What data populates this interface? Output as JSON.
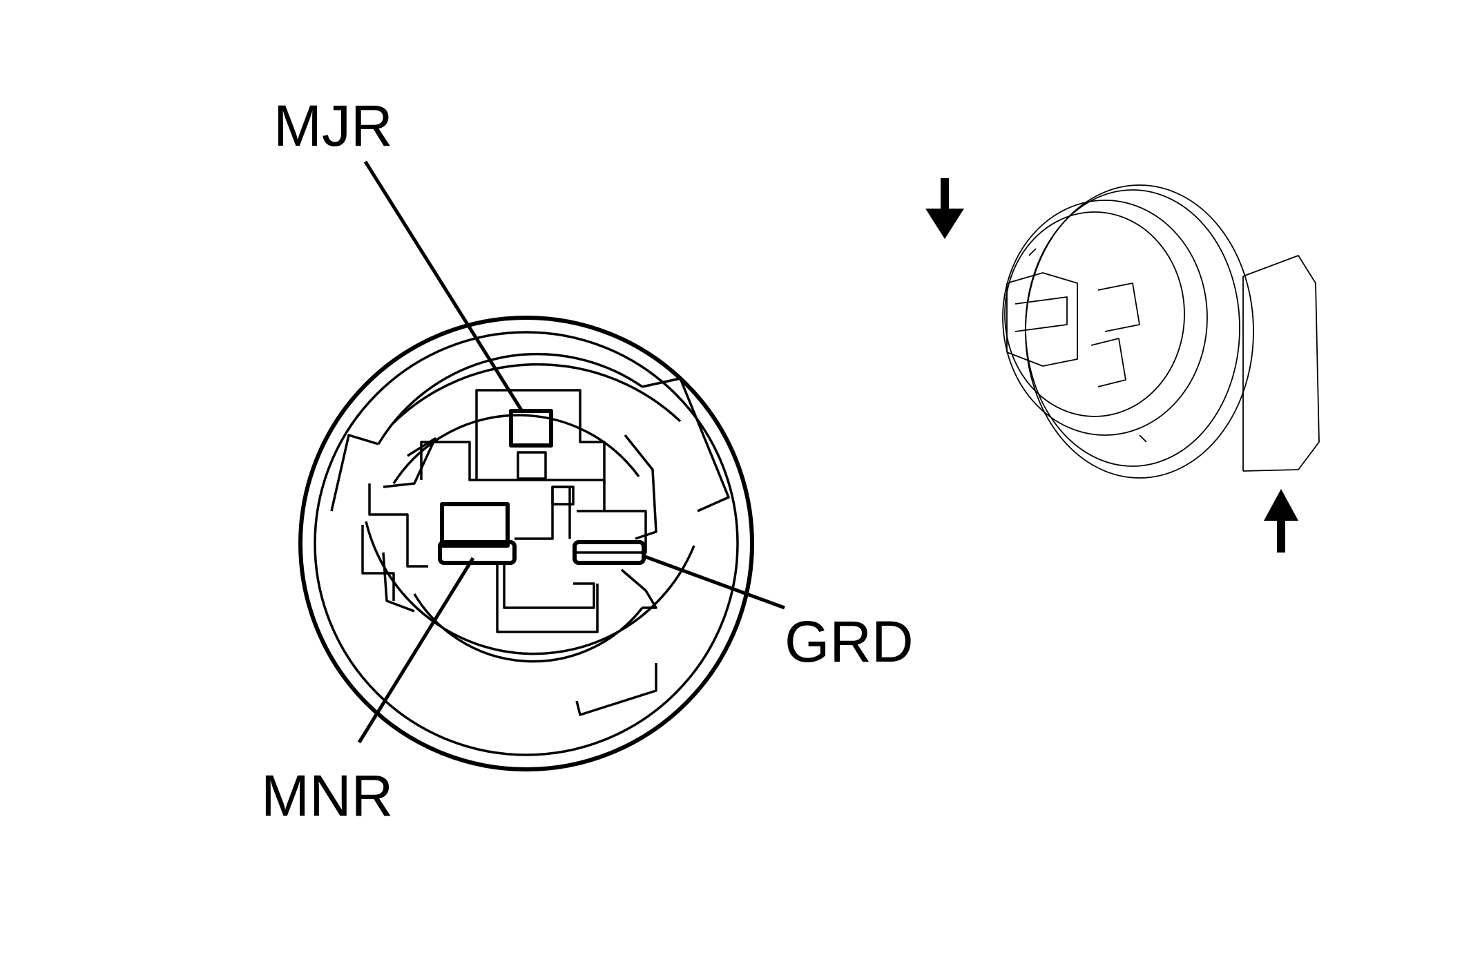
{
  "labels": {
    "mjr": "MJR",
    "mnr": "MNR",
    "grd": "GRD"
  },
  "icons": {
    "down_arrow": "down-arrow-icon",
    "up_arrow": "up-arrow-icon"
  },
  "colors": {
    "line": "#000000",
    "background": "#ffffff"
  }
}
